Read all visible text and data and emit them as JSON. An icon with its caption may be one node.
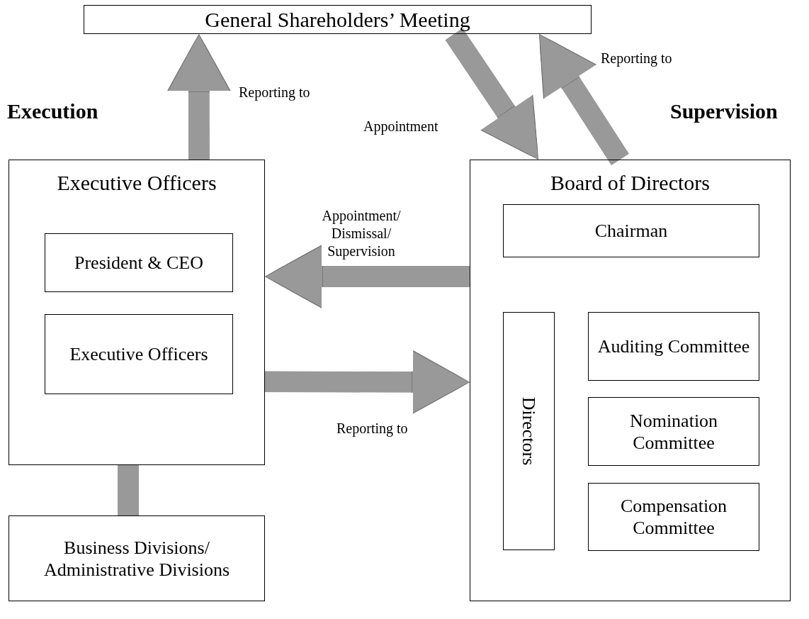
{
  "diagram": {
    "nodes": [
      {
        "text": [
          "General Shareholders’ Meeting"
        ]
      },
      {
        "text": [
          "Executive Officers"
        ]
      },
      {
        "text": [
          "President & CEO"
        ],
        "in": 1
      },
      {
        "text": [
          "Executive Officers"
        ],
        "in": 1
      },
      {
        "text": [
          "Business Divisions/ Administrative Divisions"
        ]
      },
      {
        "text": [
          "Board of Directors"
        ]
      },
      {
        "text": [
          "Chairman"
        ],
        "in": 5
      },
      {
        "text": [
          "Directors"
        ],
        "in": 5
      },
      {
        "text": [
          "Auditing Committee"
        ],
        "in": 5
      },
      {
        "text": [
          "Nomination Committee"
        ],
        "in": 5
      },
      {
        "text": [
          "Compensation Committee"
        ],
        "in": 5
      }
    ],
    "edges": [
      {
        "from": 1,
        "to": 0,
        "arrow": "to",
        "label": "Reporting to"
      },
      {
        "from": 0,
        "to": 5,
        "arrow": "to",
        "label": "Appointment"
      },
      {
        "from": 5,
        "to": 0,
        "arrow": "to",
        "label": "Reporting to"
      },
      {
        "from": 5,
        "to": 1,
        "arrow": "to",
        "label": "Appointment/ Dismissal/ Supervision"
      },
      {
        "from": 1,
        "to": 5,
        "arrow": "to",
        "label": "Reporting to"
      },
      {
        "from": 4,
        "to": 1,
        "arrow": "none"
      }
    ],
    "labels": [
      "Execution",
      "Supervision"
    ]
  }
}
